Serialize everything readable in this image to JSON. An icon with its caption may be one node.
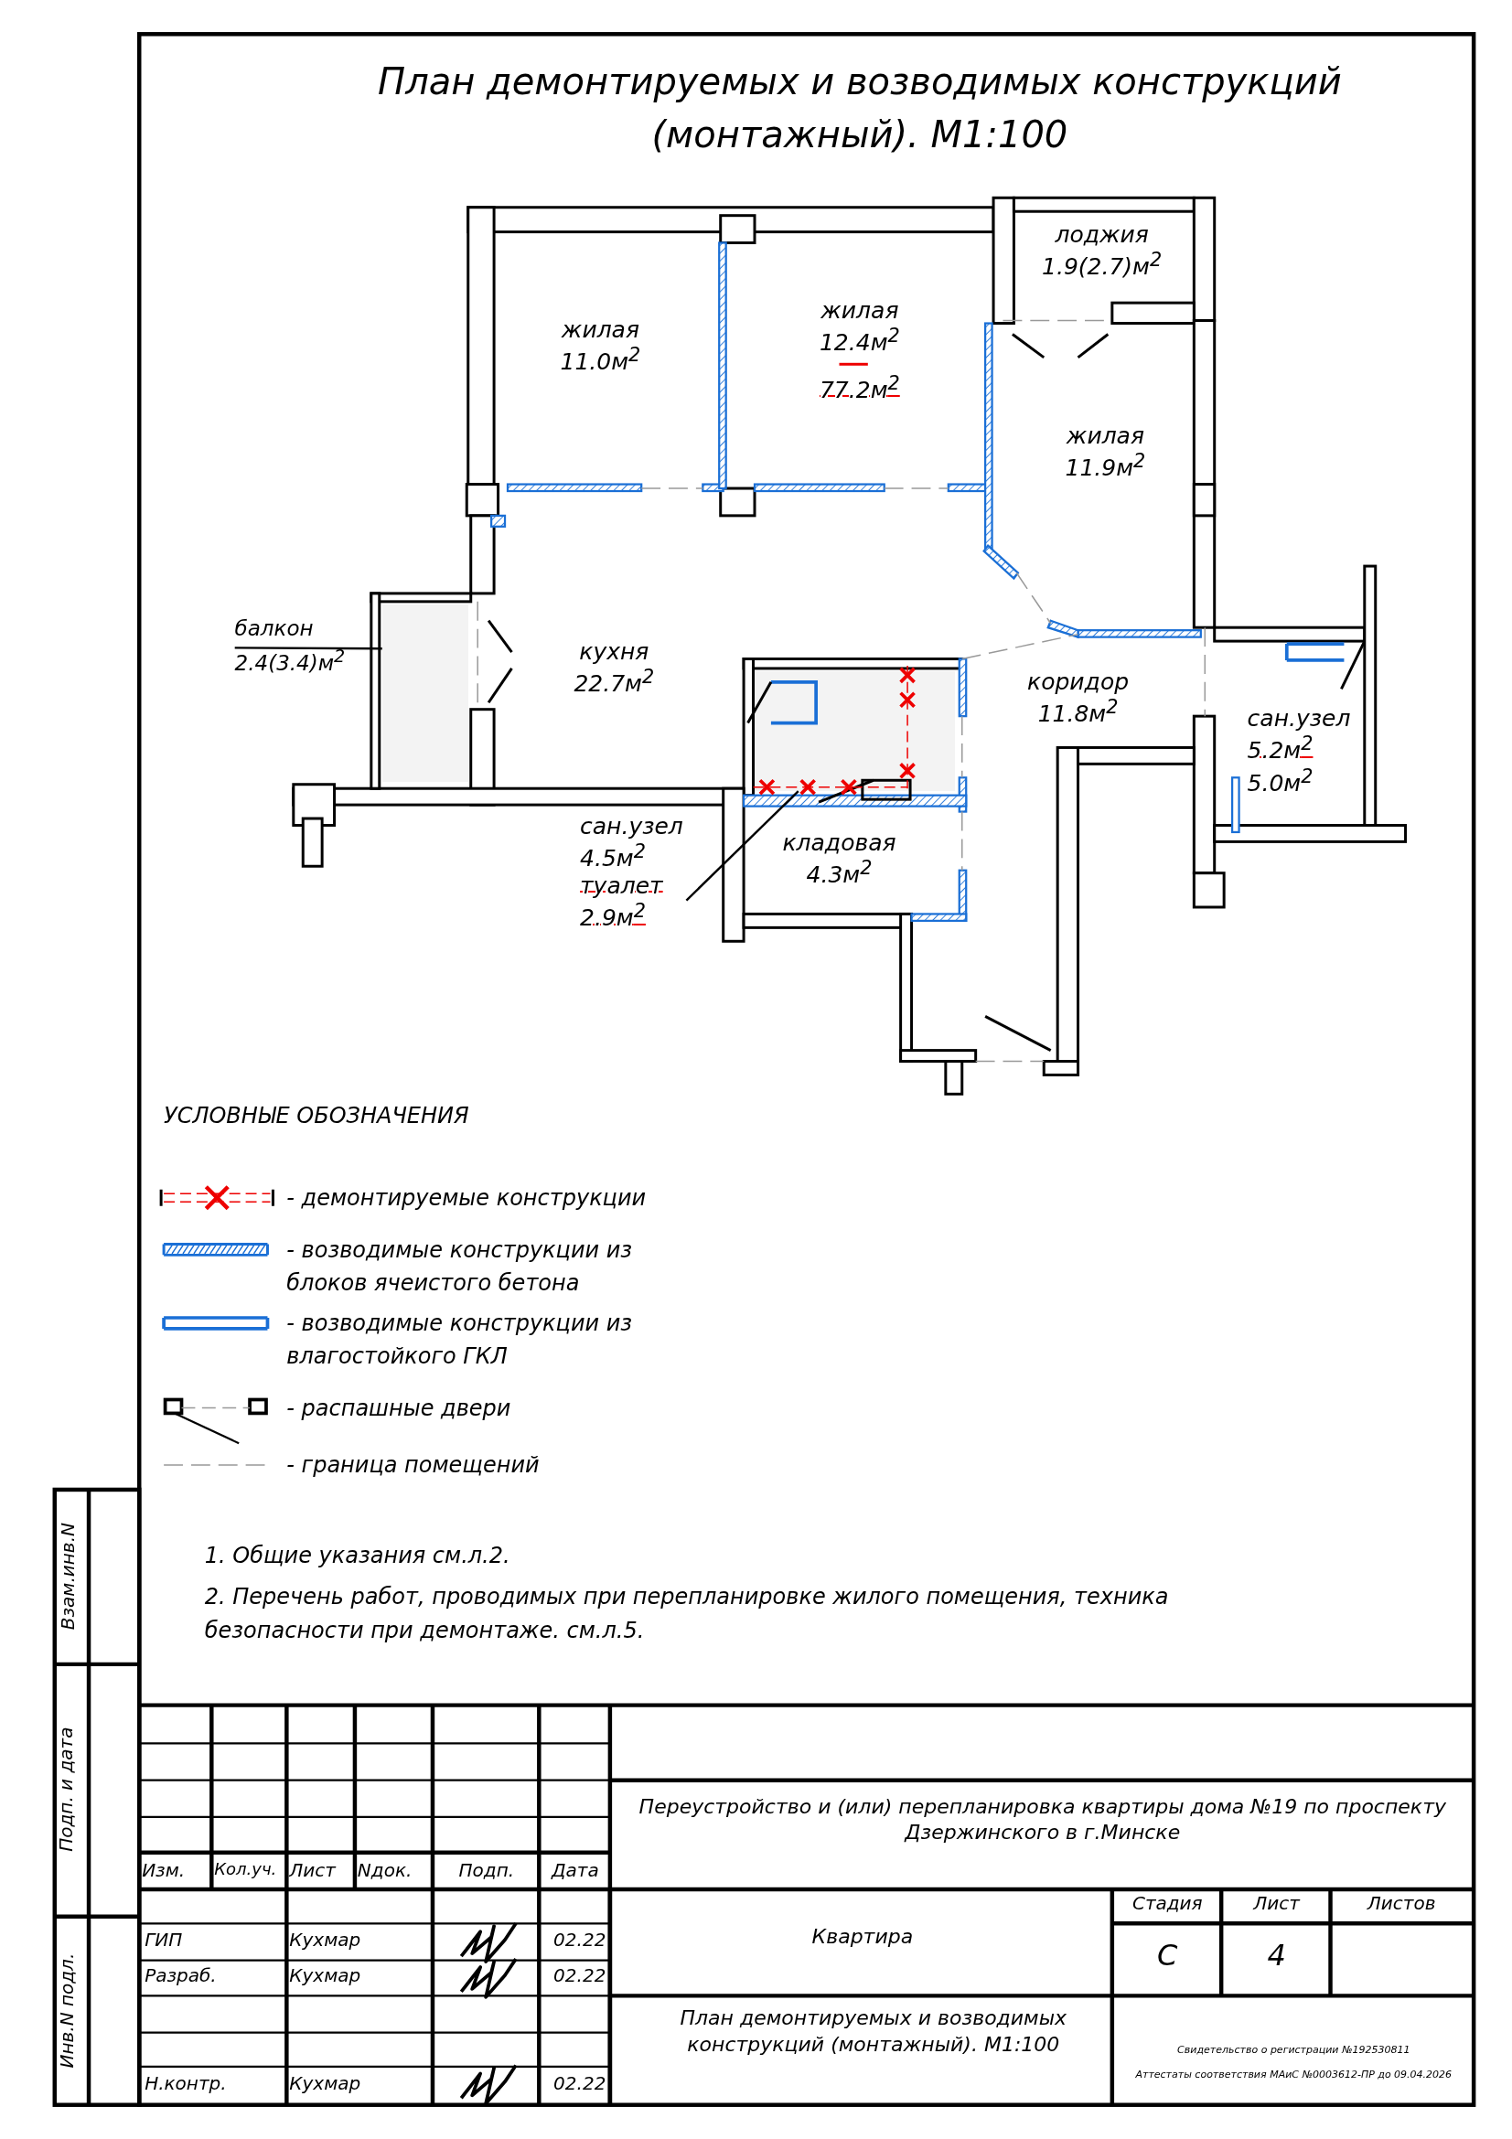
{
  "diagram": {
    "title": "План демонтируемых и возводимых конструкций (монтажный). М1:100",
    "nodes": [
      {
        "text": [
          "жилая",
          "11.0м$^{2}$"
        ]
      },
      {
        "text": [
          "жилая",
          "12.4м$^{2}$",
          "77.2м$^{2}$"
        ]
      },
      {
        "text": [
          "лоджия",
          "1.9(2.7)м$^{2}$"
        ]
      },
      {
        "text": [
          "жилая",
          "11.9м$^{2}$"
        ]
      },
      {
        "text": [
          "балкон",
          "2.4(3.4)м$^{2}$"
        ]
      },
      {
        "text": [],
        "shape": "box"
      },
      {
        "text": [
          "кухня",
          "22.7м$^{2}$"
        ]
      },
      {
        "text": [
          "коридор",
          "11.8м$^{2}$"
        ]
      },
      {
        "text": [
          "сан.узел",
          "5.2м$^{2}$",
          "5.0м$^{2}$"
        ]
      },
      {
        "text": [
          "сан.узел",
          "4.5м$^{2}$",
          "туалет",
          "2.9м$^{2}$"
        ]
      },
      {
        "text": [],
        "shape": "box"
      },
      {
        "text": [
          "кладовая",
          "4.3м$^{2}$"
        ]
      }
    ],
    "edges": [
      {
        "from": 4,
        "to": 5,
        "arrow": "none"
      },
      {
        "from": 9,
        "to": 10,
        "arrow": "none"
      }
    ],
    "labels": [
      "УСЛОВНЫЕ ОБОЗНАЧЕНИЯ",
      "1. Общие указания см.л.2.",
      "2. Перечень работ, проводимых при перепланировке жилого помещения, техника безопасности при демонтаже. см.л.5.",
      "Взам.инв.N",
      "Подп. и дата",
      "Инв.N подл.",
      "Изм.",
      "Кол.уч.",
      "Лист",
      "Nдок.",
      "Подп.",
      "Дата",
      "ГИП",
      "Кухмар",
      "02.22",
      "Разраб.",
      "Кухмар",
      "02.22",
      "Н.контр.",
      "Кухмар",
      "02.22",
      "Переустройство и (или) перепланировка квартиры дома №19 по проспекту Дзержинского в г.Минске",
      "Квартира",
      "Стадия",
      "Лист",
      "Листов",
      "С",
      "4",
      "План демонтируемых и возводимых конструкций (монтажный). М1:100",
      "Свидетельство о регистрации №192530811",
      "Аттестаты соответствия МАиС №0003612-ПР до 09.04.2026"
    ],
    "legend": [
      {
        "text": "- демонтируемые конструкции"
      },
      {
        "text": "- возводимые конструкции из блоков ячеистого бетона"
      },
      {
        "text": "- возводимые конструкции из влагостойкого ГКЛ"
      },
      {
        "text": "- распашные двери"
      },
      {
        "text": "- граница помещений"
      }
    ]
  }
}
